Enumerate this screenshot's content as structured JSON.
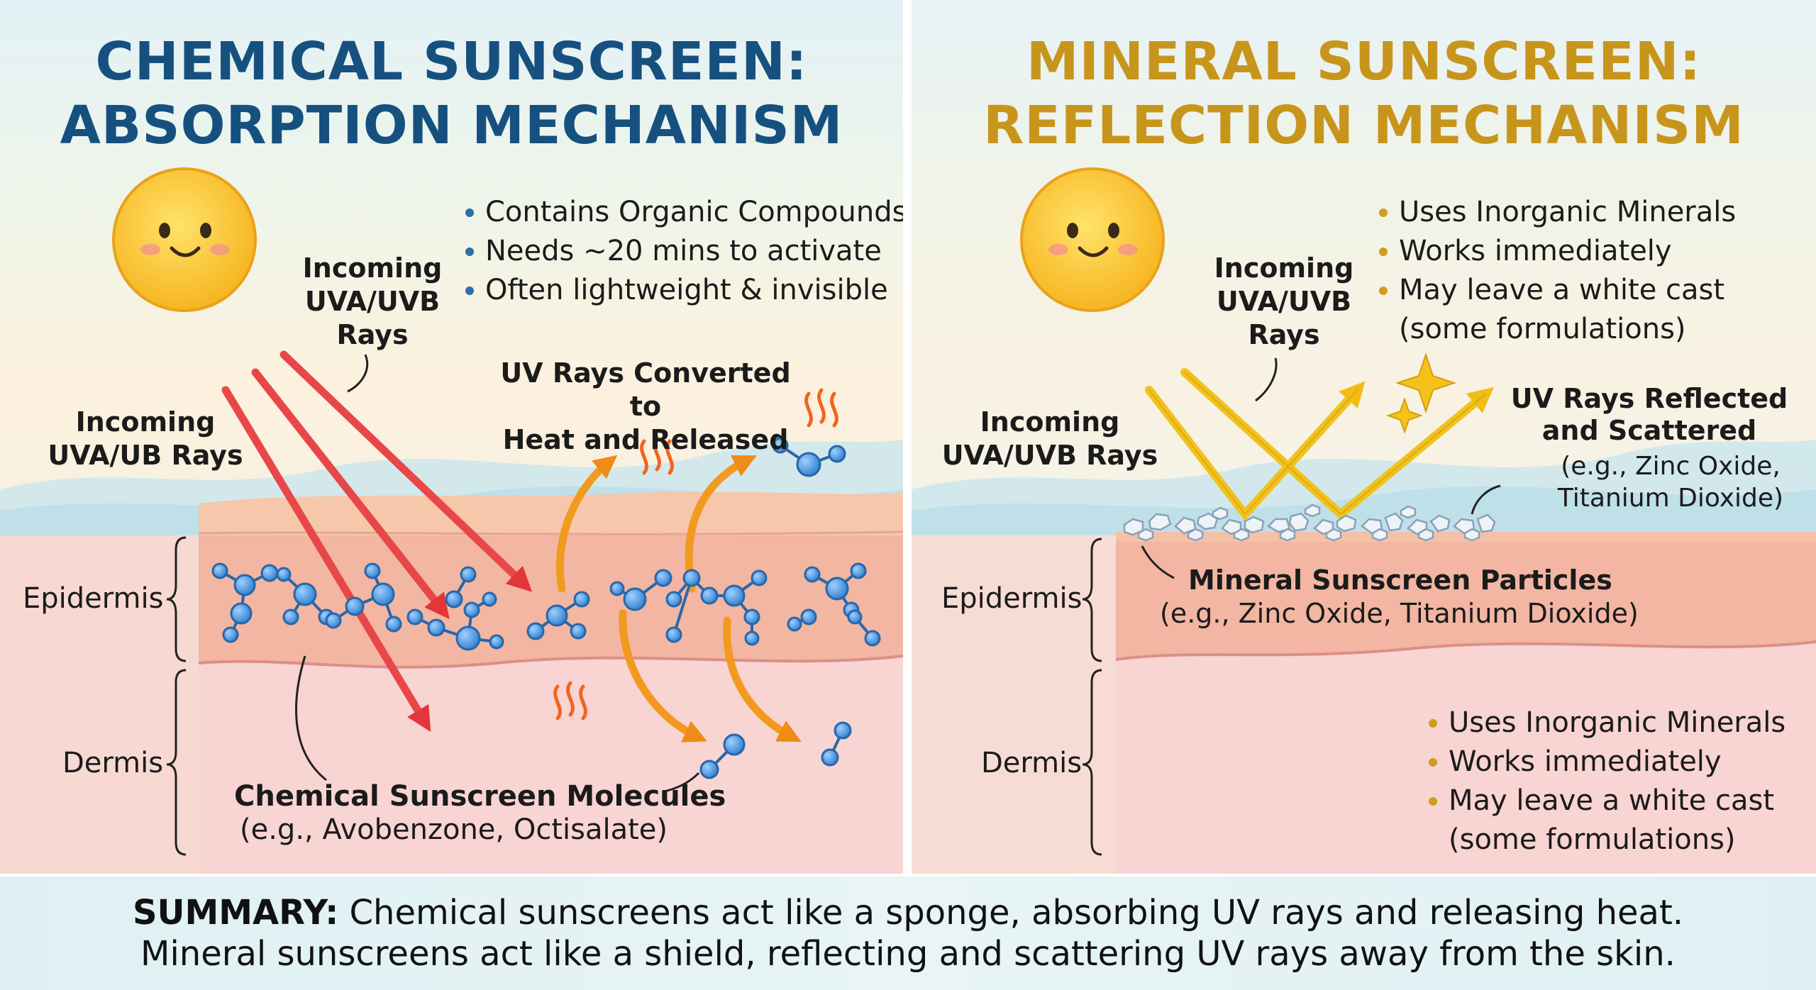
{
  "left": {
    "title_line1": "CHEMICAL SUNSCREEN:",
    "title_line2": "ABSORPTION MECHANISM",
    "bullets": [
      "Contains Organic Compounds",
      "Needs ~20 mins to activate",
      "Often lightweight & invisible"
    ],
    "incoming_label": [
      "Incoming",
      "UVA/UVB",
      "Rays"
    ],
    "incoming_label2": [
      "Incoming",
      "UVA/UB Rays"
    ],
    "converted_label": [
      "UV Rays Converted to",
      "Heat and Released"
    ],
    "epidermis": "Epidermis",
    "dermis": "Dermis",
    "molecules_label": [
      "Chemical Sunscreen Molecules",
      "(e.g., Avobenzone, Octisalate)"
    ]
  },
  "right": {
    "title_line1": "MINERAL SUNSCREEN:",
    "title_line2": "REFLECTION MECHANISM",
    "bullets": [
      "Uses Inorganic Minerals",
      "Works immediately",
      "May leave a white cast"
    ],
    "bullets_cont": "(some formulations)",
    "incoming_label": [
      "Incoming",
      "UVA/UVB",
      "Rays"
    ],
    "incoming_label2": [
      "Incoming",
      "UVA/UVB Rays"
    ],
    "reflected_label": [
      "UV Rays Reflected",
      "and Scattered"
    ],
    "reflected_examples": [
      "(e.g., Zinc Oxide,",
      "Titanium Dioxide)"
    ],
    "epidermis": "Epidermis",
    "dermis": "Dermis",
    "particles_label": [
      "Mineral Sunscreen Particles",
      "(e.g., Zinc Oxide, Titanium Dioxide)"
    ],
    "dermis_bullets": [
      "Uses Inorganic Minerals",
      "Works immediately",
      "May leave a white cast"
    ],
    "dermis_bullets_cont": "(some formulations)"
  },
  "summary": {
    "prefix": "SUMMARY:",
    "line1": " Chemical sunscreens act like a sponge, absorbing UV rays and releasing heat.",
    "line2": "Mineral sunscreens act like a shield, reflecting and scattering UV rays away from the skin."
  },
  "colors": {
    "chemical_title": "#16507f",
    "mineral_title": "#c8951c",
    "uv_arrow": "#e8474a",
    "heat_arrow": "#f29a1f",
    "reflect_arrow": "#f2c21c",
    "molecule": "#3f8fd6"
  }
}
